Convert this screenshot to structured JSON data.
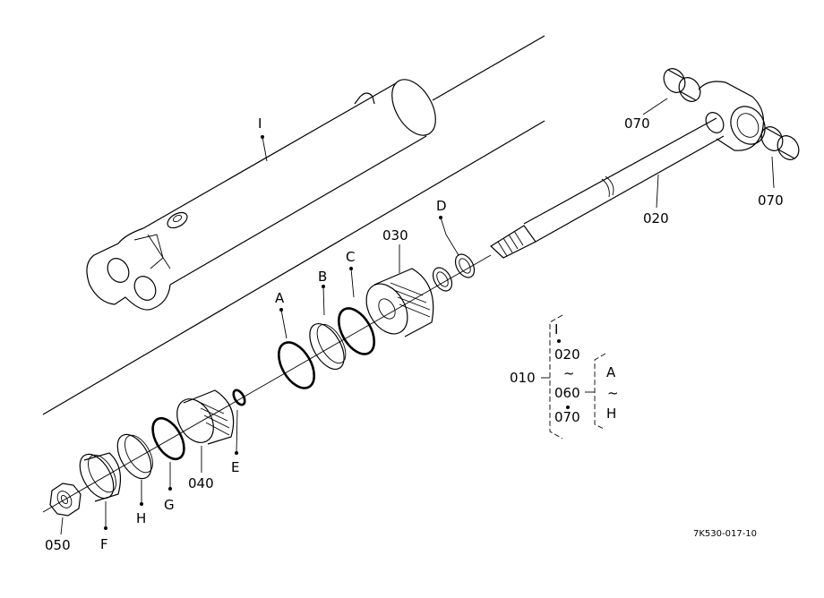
{
  "callouts": {
    "cylinder_tube": "I",
    "piston_rod": "020",
    "rod_bushing_left": "070",
    "rod_bushing_right": "070",
    "gland": "030",
    "piston": "040",
    "nut": "050",
    "seal_a": "A",
    "seal_b": "B",
    "seal_c": "C",
    "seal_d": "D",
    "seal_e": "E",
    "seal_f": "F",
    "seal_g": "G",
    "seal_h": "H"
  },
  "assembly_group": {
    "label": "010",
    "parts": [
      "I",
      "020",
      "~",
      "060",
      "070"
    ],
    "kit_top": "A",
    "kit_tilde": "~",
    "kit_bottom": "H"
  },
  "drawing_id": "7K530-017-10"
}
